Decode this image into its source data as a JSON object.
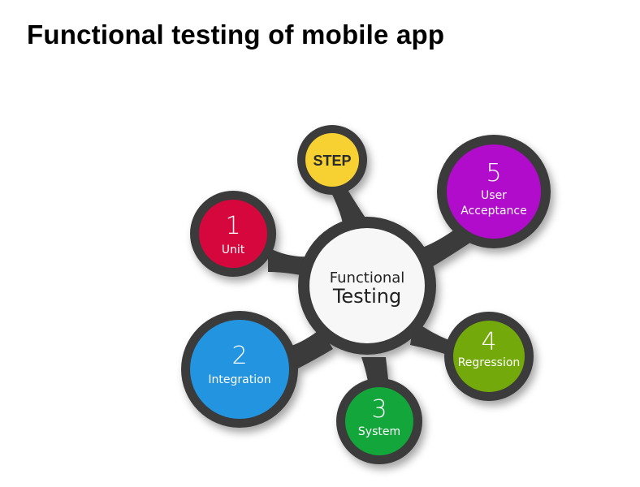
{
  "title": "Functional testing of mobile app",
  "center": {
    "line1": "Functional",
    "line2": "Testing",
    "color": "#f7f7f7"
  },
  "step": {
    "label": "STEP",
    "color": "#f7d031"
  },
  "nodes": [
    {
      "number": "1",
      "label": "Unit",
      "color": "#d6073c"
    },
    {
      "number": "2",
      "label": "Integration",
      "color": "#2394e0"
    },
    {
      "number": "3",
      "label": "System",
      "color": "#13a63b"
    },
    {
      "number": "4",
      "label": "Regression",
      "color": "#73a90a"
    },
    {
      "number": "5",
      "label": "User",
      "label2": "Acceptance",
      "color": "#b10bcb"
    }
  ],
  "ring_color": "#3a3a3a"
}
